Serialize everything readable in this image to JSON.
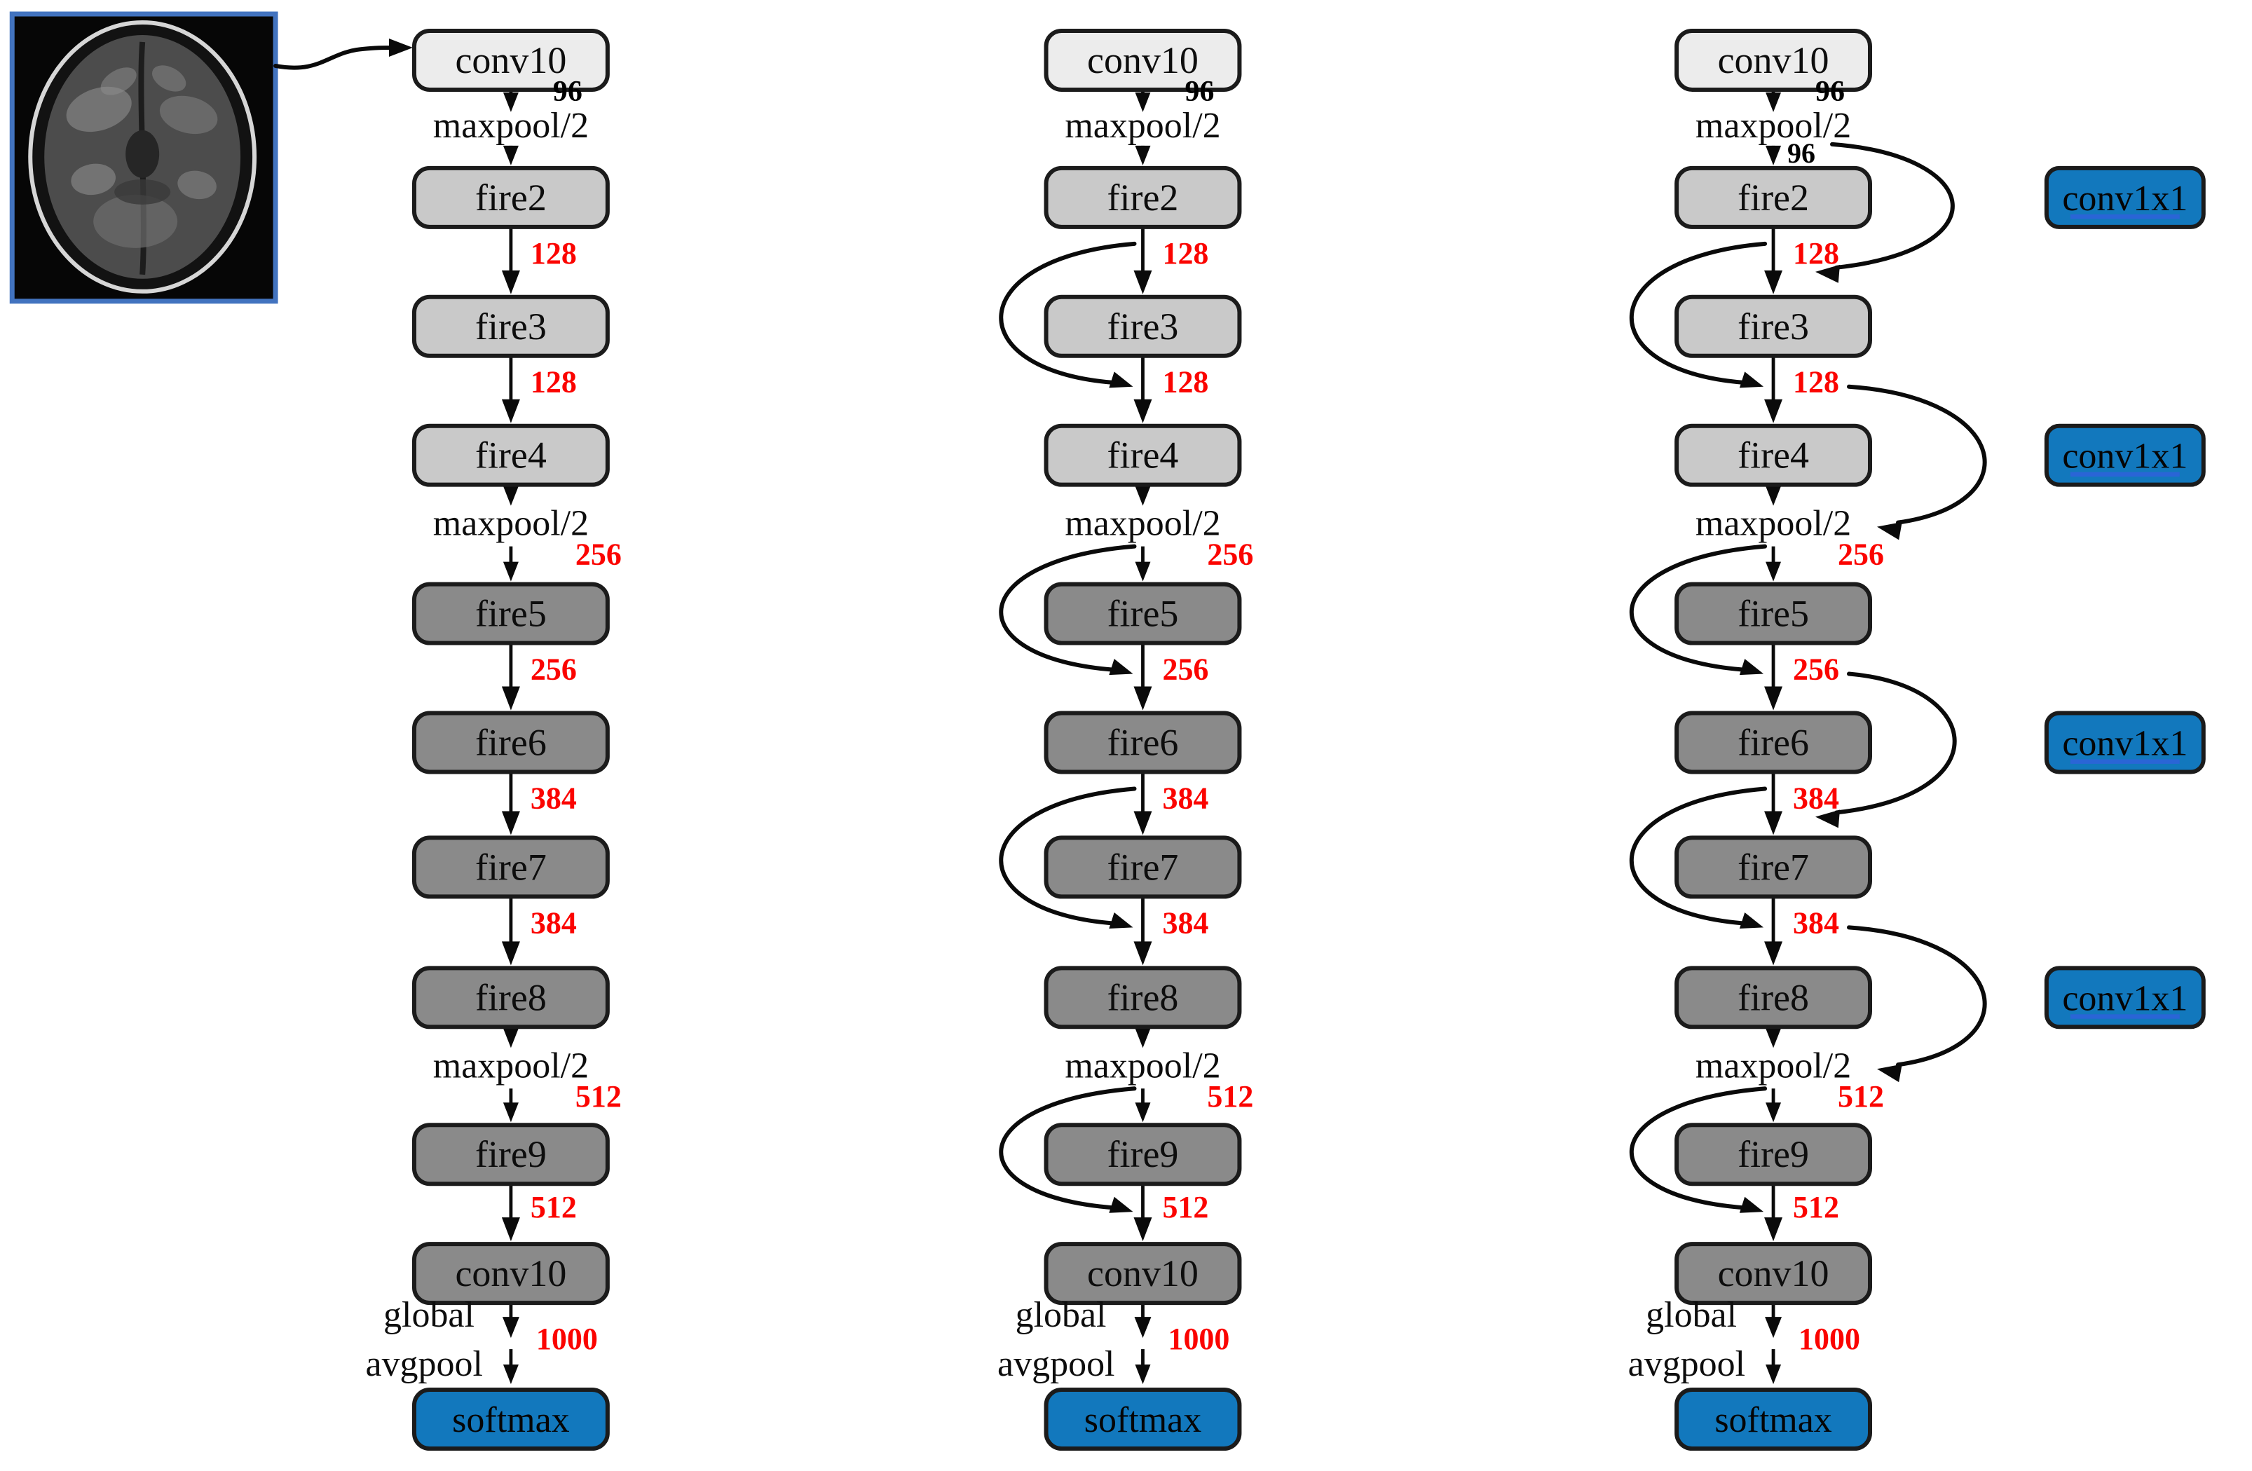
{
  "figure": {
    "background": "#ffffff",
    "colors": {
      "box_light": "#ececec",
      "box_gray": "#c9c9c9",
      "box_dark": "#8a8a8a",
      "box_blue": "#1278bd",
      "box_border": "#1b1b1b",
      "line": "#0a0a0a",
      "red_label": "#fb0400",
      "black_label": "#000000",
      "conv1x1_underline": "#2e63d8"
    },
    "input_image": {
      "name": "brain-mri-axial-slice",
      "border_color": "#4273bf",
      "background": "#060606"
    },
    "shared_labels": {
      "maxpool": "maxpool/2",
      "global_line1": "global",
      "global_line2": "avgpool",
      "conv1x1": "conv1x1"
    },
    "maxpool_edges": [
      0,
      3,
      7
    ],
    "global_edge": 9,
    "columns": [
      {
        "id": "squeezenet-vanilla",
        "nodes": [
          {
            "label": "conv10",
            "tone": "light"
          },
          {
            "label": "fire2",
            "tone": "gray"
          },
          {
            "label": "fire3",
            "tone": "gray"
          },
          {
            "label": "fire4",
            "tone": "gray"
          },
          {
            "label": "fire5",
            "tone": "dark"
          },
          {
            "label": "fire6",
            "tone": "dark"
          },
          {
            "label": "fire7",
            "tone": "dark"
          },
          {
            "label": "fire8",
            "tone": "dark"
          },
          {
            "label": "fire9",
            "tone": "dark"
          },
          {
            "label": "conv10",
            "tone": "dark"
          },
          {
            "label": "softmax",
            "tone": "blue"
          }
        ],
        "edge_labels": [
          {
            "text": "96",
            "color": "black"
          },
          {
            "text": "128",
            "color": "red"
          },
          {
            "text": "128",
            "color": "red"
          },
          {
            "text": "256",
            "color": "red"
          },
          {
            "text": "256",
            "color": "red"
          },
          {
            "text": "384",
            "color": "red"
          },
          {
            "text": "384",
            "color": "red"
          },
          {
            "text": "512",
            "color": "red"
          },
          {
            "text": "512",
            "color": "red"
          },
          {
            "text": "1000",
            "color": "red"
          }
        ],
        "entry_label": null,
        "simple_bypass_nodes": [],
        "complex_bypass_nodes": [],
        "conv1x1_rows": []
      },
      {
        "id": "squeezenet-simple-bypass",
        "nodes": [
          {
            "label": "conv10",
            "tone": "light"
          },
          {
            "label": "fire2",
            "tone": "gray"
          },
          {
            "label": "fire3",
            "tone": "gray"
          },
          {
            "label": "fire4",
            "tone": "gray"
          },
          {
            "label": "fire5",
            "tone": "dark"
          },
          {
            "label": "fire6",
            "tone": "dark"
          },
          {
            "label": "fire7",
            "tone": "dark"
          },
          {
            "label": "fire8",
            "tone": "dark"
          },
          {
            "label": "fire9",
            "tone": "dark"
          },
          {
            "label": "conv10",
            "tone": "dark"
          },
          {
            "label": "softmax",
            "tone": "blue"
          }
        ],
        "edge_labels": [
          {
            "text": "96",
            "color": "black"
          },
          {
            "text": "128",
            "color": "red"
          },
          {
            "text": "128",
            "color": "red"
          },
          {
            "text": "256",
            "color": "red"
          },
          {
            "text": "256",
            "color": "red"
          },
          {
            "text": "384",
            "color": "red"
          },
          {
            "text": "384",
            "color": "red"
          },
          {
            "text": "512",
            "color": "red"
          },
          {
            "text": "512",
            "color": "red"
          },
          {
            "text": "1000",
            "color": "red"
          }
        ],
        "entry_label": null,
        "simple_bypass_nodes": [
          2,
          4,
          6,
          8
        ],
        "complex_bypass_nodes": [],
        "conv1x1_rows": []
      },
      {
        "id": "squeezenet-complex-bypass",
        "nodes": [
          {
            "label": "conv10",
            "tone": "light"
          },
          {
            "label": "fire2",
            "tone": "gray"
          },
          {
            "label": "fire3",
            "tone": "gray"
          },
          {
            "label": "fire4",
            "tone": "gray"
          },
          {
            "label": "fire5",
            "tone": "dark"
          },
          {
            "label": "fire6",
            "tone": "dark"
          },
          {
            "label": "fire7",
            "tone": "dark"
          },
          {
            "label": "fire8",
            "tone": "dark"
          },
          {
            "label": "fire9",
            "tone": "dark"
          },
          {
            "label": "conv10",
            "tone": "dark"
          },
          {
            "label": "softmax",
            "tone": "blue"
          }
        ],
        "edge_labels": [
          {
            "text": "96",
            "color": "black"
          },
          {
            "text": "128",
            "color": "red"
          },
          {
            "text": "128",
            "color": "red"
          },
          {
            "text": "256",
            "color": "red"
          },
          {
            "text": "256",
            "color": "red"
          },
          {
            "text": "384",
            "color": "red"
          },
          {
            "text": "384",
            "color": "red"
          },
          {
            "text": "512",
            "color": "red"
          },
          {
            "text": "512",
            "color": "red"
          },
          {
            "text": "1000",
            "color": "red"
          }
        ],
        "entry_label": "96",
        "simple_bypass_nodes": [
          2,
          4,
          6,
          8
        ],
        "complex_bypass_nodes": [
          1,
          3,
          5,
          7
        ],
        "conv1x1_rows": [
          1,
          3,
          5,
          7
        ]
      }
    ]
  }
}
